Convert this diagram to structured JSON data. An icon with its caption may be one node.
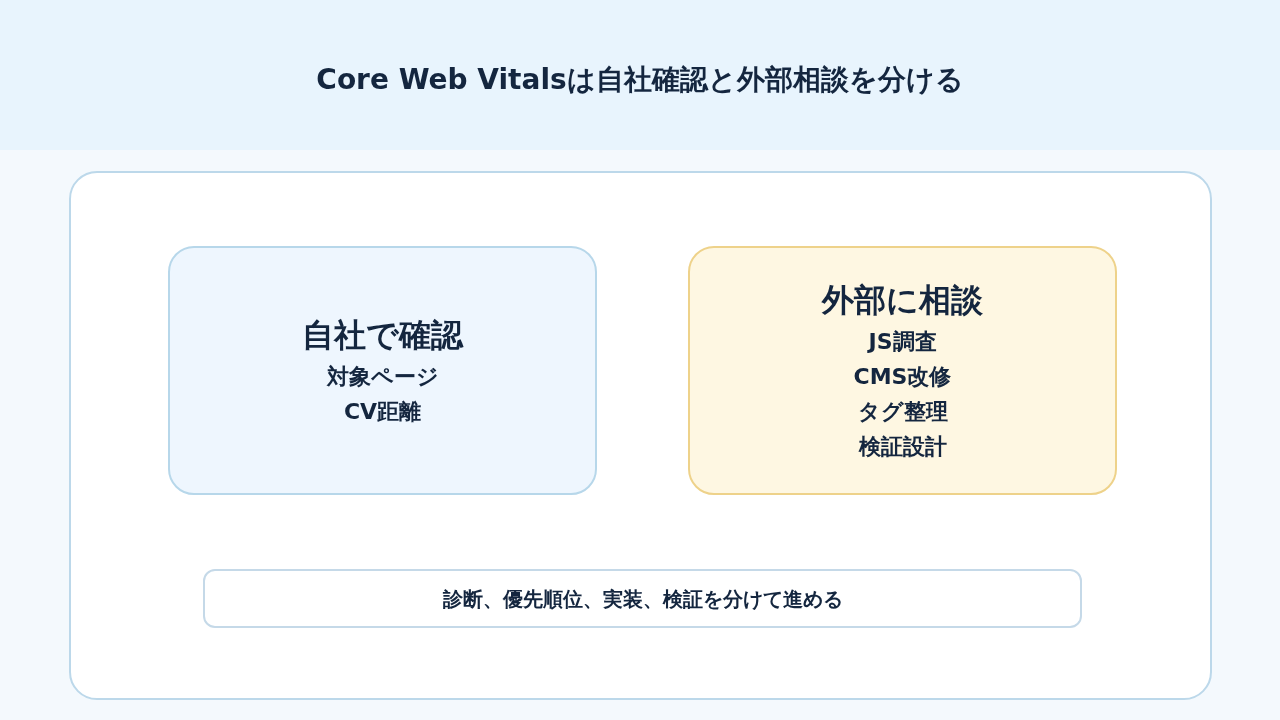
{
  "diagram": {
    "title": "Core Web Vitalsは自社確認と外部相談を分ける",
    "nodes": [
      {
        "text": [],
        "shape": "box"
      },
      {
        "text": [
          "自社で確認",
          "対象ページ",
          "CV距離"
        ],
        "in": 0
      },
      {
        "text": [
          "外部に相談",
          "JS調査",
          "CMS改修",
          "タグ整理",
          "検証設計"
        ],
        "in": 0
      },
      {
        "text": [
          "診断、優先順位、実装、検証を分けて進める"
        ],
        "in": 0
      }
    ],
    "edges": []
  }
}
